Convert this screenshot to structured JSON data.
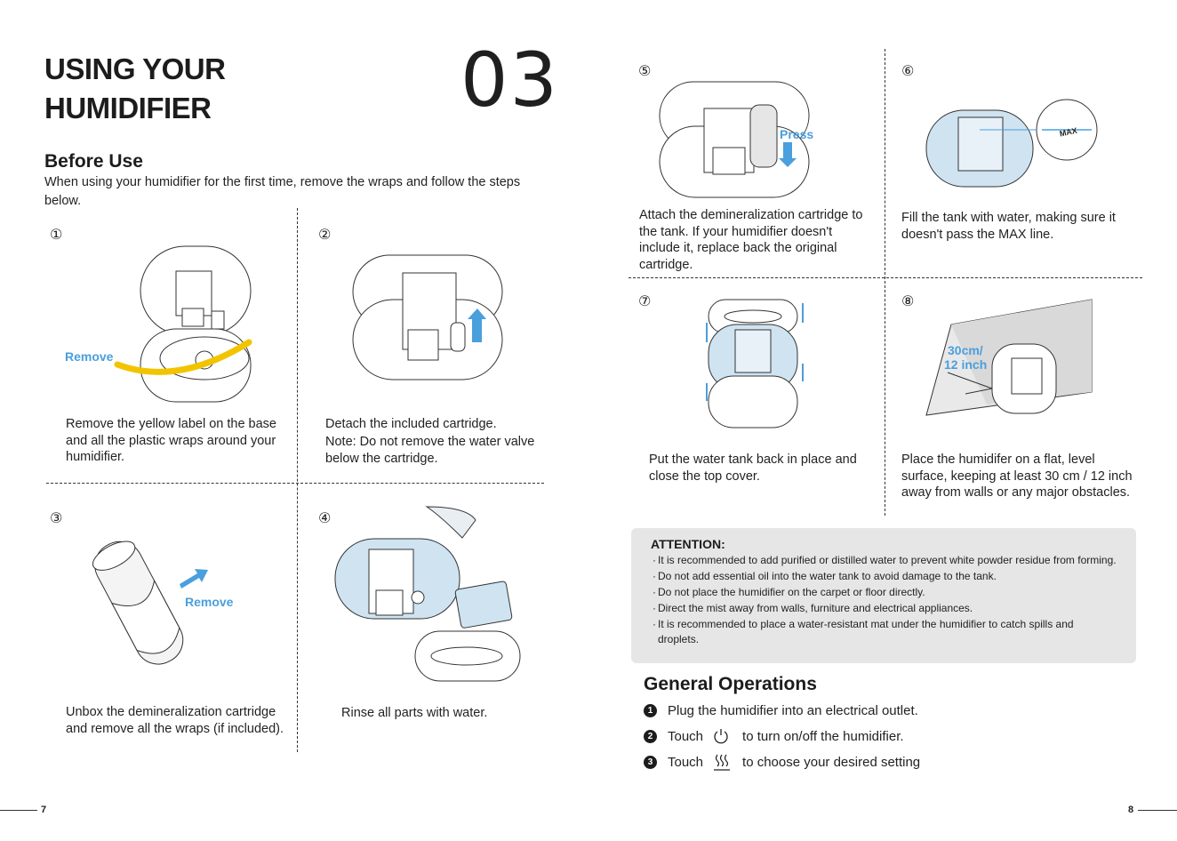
{
  "section_title_line1": "USING YOUR",
  "section_title_line2": "HUMIDIFIER",
  "section_number": "03",
  "before_use": {
    "heading": "Before Use",
    "intro": "When using your humidifier for the first time, remove the wraps and follow the steps below."
  },
  "steps": [
    {
      "num": "①",
      "text": "Remove the yellow label on the base and all the plastic wraps around your humidifier.",
      "callout": "Remove"
    },
    {
      "num": "②",
      "text": "Detach the included cartridge.",
      "note": "Note: Do not remove the water valve below the cartridge."
    },
    {
      "num": "③",
      "text": "Unbox the demineralization cartridge and remove all the wraps (if included).",
      "callout": "Remove"
    },
    {
      "num": "④",
      "text": "Rinse all parts with water."
    },
    {
      "num": "⑤",
      "text": "Attach the demineralization cartridge to the tank. If your humidifier doesn't include it, replace back the original cartridge.",
      "callout": "Press"
    },
    {
      "num": "⑥",
      "text": "Fill the tank with water, making sure it doesn't pass the MAX line.",
      "callout": "MAX"
    },
    {
      "num": "⑦",
      "text": "Put the water tank back in place and close the top cover."
    },
    {
      "num": "⑧",
      "text": "Place the humidifer on a flat, level surface, keeping at least 30 cm / 12 inch away from walls or any major obstacles.",
      "callout_line1": "30cm/",
      "callout_line2": "12 inch"
    }
  ],
  "attention": {
    "heading": "ATTENTION:",
    "items": [
      "It is recommended to add purified or distilled water to prevent white powder residue from forming.",
      "Do not add essential oil into the water tank to avoid damage to the tank.",
      "Do not place the humidifier on the carpet or floor directly.",
      "Direct the mist away from walls, furniture and electrical appliances.",
      "It is recommended to place a water-resistant mat under the humidifier to catch spills and droplets."
    ]
  },
  "general_operations": {
    "heading": "General Operations",
    "items": [
      {
        "badge": "1",
        "text": "Plug the humidifier into an electrical outlet."
      },
      {
        "badge": "2",
        "prefix": "Touch",
        "icon": "power-icon",
        "text": "to turn on/off the humidifier."
      },
      {
        "badge": "3",
        "prefix": "Touch",
        "icon": "mist-icon",
        "text": "to choose your desired setting"
      }
    ]
  },
  "page_left": "7",
  "page_right": "8",
  "colors": {
    "accent_blue": "#4a9fdd",
    "label_yellow": "#f2c400",
    "water": "#cfe3f1",
    "attention_bg": "#e6e6e6"
  }
}
